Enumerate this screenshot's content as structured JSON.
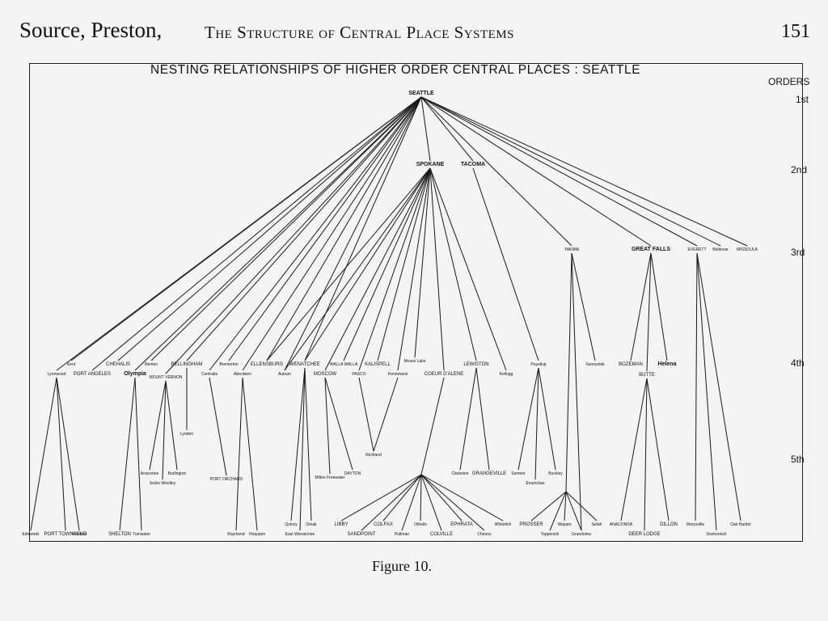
{
  "header": {
    "source": "Source, Preston,",
    "book_title": "The Structure of Central Place Systems",
    "page_number": "151"
  },
  "figure": {
    "title": "NESTING RELATIONSHIPS OF HIGHER ORDER CENTRAL PLACES : SEATTLE",
    "caption": "Figure 10.",
    "orders_heading": "ORDERS",
    "orders": [
      "1st",
      "2nd",
      "3rd",
      "4th",
      "5th"
    ]
  },
  "nodes": {
    "seattle": "SEATTLE",
    "spokane": "SPOKANE",
    "tacoma": "TACOMA",
    "yakima": "YAKIMA",
    "great_falls": "GREAT FALLS",
    "everett": "EVERETT",
    "bellevue": "Bellevue",
    "missoula": "MISSOULA",
    "lynnwood": "Lynnwood",
    "kent": "Kent",
    "port_angeles": "PORT ANGELES",
    "chehalis": "CHEHALIS",
    "olympia": "Olympia",
    "renton": "Renton",
    "mount_vernon": "MOUNT VERNON",
    "bellingham": "BELLINGHAM",
    "centralia": "Centralia",
    "bremerton": "Bremerton",
    "aberdeen": "Aberdeen",
    "ellensburg": "ELLENSBURG",
    "wenatchee": "WENATCHEE",
    "auburn": "Auburn",
    "walla_walla": "WALLA WALLA",
    "moscow": "MOSCOW",
    "kalispell": "KALISPELL",
    "pasco": "PASCO",
    "moses_lake": "Moses Lake",
    "kennewick": "Kennewick",
    "coeur_dalene": "COEUR D'ALENE",
    "lewiston": "LEWISTON",
    "kellogg": "Kellogg",
    "puyallup": "Puyallup",
    "sunnyside": "Sunnyside",
    "bozeman": "BOZEMAN",
    "helena": "Helena",
    "butte": "BUTTE",
    "lynden": "Lynden",
    "anacortes": "Anacortes",
    "burlington": "Burlington",
    "sedro_woolley": "Sedro Woolley",
    "port_orchard": "PORT ORCHARD",
    "milton_freewater": "Milton Freewater",
    "dayton": "DAYTON",
    "richland": "Richland",
    "clarkston": "Clarkston",
    "grangeville": "GRANGEVILLE",
    "sumner": "Sumner",
    "enumclaw": "Enumclaw",
    "buckley": "Buckley",
    "edmonds": "Edmonds",
    "port_townsend": "PORT TOWNSEND",
    "kirkland": "Kirkland",
    "shelton": "SHELTON",
    "tumwater": "Tumwater",
    "raymond": "Raymond",
    "hoquiam": "Hoquiam",
    "quincy": "Quincy",
    "omak": "Omak",
    "east_wenatchee": "East Wenatchee",
    "libby": "LIBBY",
    "sandpoint": "SANDPOINT",
    "colfax": "COLFAX",
    "pullman": "Pullman",
    "othello": "Othello",
    "colville": "COLVILLE",
    "ephrata": "EPHRATA",
    "cheney": "Cheney",
    "whitefish": "Whitefish",
    "prosser": "PROSSER",
    "toppenish": "Toppenish",
    "wapato": "Wapato",
    "grandview": "Grandview",
    "selah": "Selah",
    "anaconda": "ANACONDA",
    "deer_lodge": "DEER LODGE",
    "dillon": "DILLON",
    "marysville": "Marysville",
    "snohomish": "Snohomish",
    "oak_harbor": "Oak Harbor"
  },
  "edges": [
    [
      "seattle",
      "spokane"
    ],
    [
      "seattle",
      "tacoma"
    ],
    [
      "seattle",
      "yakima"
    ],
    [
      "seattle",
      "great_falls"
    ],
    [
      "seattle",
      "everett"
    ],
    [
      "seattle",
      "bellevue"
    ],
    [
      "seattle",
      "missoula"
    ],
    [
      "seattle",
      "lynnwood"
    ],
    [
      "seattle",
      "kent"
    ],
    [
      "seattle",
      "port_angeles"
    ],
    [
      "seattle",
      "chehalis"
    ],
    [
      "seattle",
      "olympia"
    ],
    [
      "seattle",
      "renton"
    ],
    [
      "seattle",
      "mount_vernon"
    ],
    [
      "seattle",
      "bellingham"
    ],
    [
      "seattle",
      "centralia"
    ],
    [
      "seattle",
      "bremerton"
    ],
    [
      "seattle",
      "aberdeen"
    ],
    [
      "seattle",
      "ellensburg"
    ],
    [
      "seattle",
      "wenatchee"
    ],
    [
      "seattle",
      "auburn"
    ],
    [
      "spokane",
      "walla_walla"
    ],
    [
      "spokane",
      "moscow"
    ],
    [
      "spokane",
      "kalispell"
    ],
    [
      "spokane",
      "pasco"
    ],
    [
      "spokane",
      "moses_lake"
    ],
    [
      "spokane",
      "kennewick"
    ],
    [
      "spokane",
      "coeur_dalene"
    ],
    [
      "spokane",
      "lewiston"
    ],
    [
      "spokane",
      "kellogg"
    ],
    [
      "spokane",
      "auburn"
    ],
    [
      "spokane",
      "wenatchee"
    ],
    [
      "spokane",
      "ellensburg"
    ],
    [
      "tacoma",
      "puyallup"
    ],
    [
      "yakima",
      "sunnyside"
    ],
    [
      "yakima",
      "grandview"
    ],
    [
      "great_falls",
      "bozeman"
    ],
    [
      "great_falls",
      "helena"
    ],
    [
      "great_falls",
      "butte"
    ],
    [
      "everett",
      "marysville"
    ],
    [
      "everett",
      "snohomish"
    ],
    [
      "everett",
      "oak_harbor"
    ],
    [
      "lynnwood",
      "edmonds"
    ],
    [
      "lynnwood",
      "port_townsend"
    ],
    [
      "lynnwood",
      "kirkland"
    ],
    [
      "olympia",
      "shelton"
    ],
    [
      "olympia",
      "tumwater"
    ],
    [
      "mount_vernon",
      "anacortes"
    ],
    [
      "mount_vernon",
      "burlington"
    ],
    [
      "mount_vernon",
      "sedro_woolley"
    ],
    [
      "bellingham",
      "lynden"
    ],
    [
      "centralia",
      "port_orchard"
    ],
    [
      "aberdeen",
      "raymond"
    ],
    [
      "aberdeen",
      "hoquiam"
    ],
    [
      "wenatchee",
      "quincy"
    ],
    [
      "wenatchee",
      "omak"
    ],
    [
      "wenatchee",
      "east_wenatchee"
    ],
    [
      "moscow",
      "milton_freewater"
    ],
    [
      "moscow",
      "dayton"
    ],
    [
      "pasco",
      "richland"
    ],
    [
      "kennewick",
      "richland"
    ],
    [
      "lewiston",
      "clarkston"
    ],
    [
      "lewiston",
      "grangeville"
    ],
    [
      "puyallup",
      "sumner"
    ],
    [
      "puyallup",
      "enumclaw"
    ],
    [
      "puyallup",
      "buckley"
    ],
    [
      "butte",
      "anaconda"
    ],
    [
      "butte",
      "deer_lodge"
    ],
    [
      "butte",
      "dillon"
    ],
    [
      "spokane_hub",
      "libby"
    ],
    [
      "spokane_hub",
      "sandpoint"
    ],
    [
      "spokane_hub",
      "colfax"
    ],
    [
      "spokane_hub",
      "pullman"
    ],
    [
      "spokane_hub",
      "othello"
    ],
    [
      "spokane_hub",
      "colville"
    ],
    [
      "spokane_hub",
      "ephrata"
    ],
    [
      "spokane_hub",
      "cheney"
    ],
    [
      "spokane_hub",
      "whitefish"
    ],
    [
      "coeur_dalene",
      "spokane_hub"
    ],
    [
      "yakima_hub",
      "prosser"
    ],
    [
      "yakima_hub",
      "toppenish"
    ],
    [
      "yakima_hub",
      "wapato"
    ],
    [
      "yakima_hub",
      "grandview"
    ],
    [
      "yakima_hub",
      "selah"
    ],
    [
      "yakima",
      "yakima_hub"
    ]
  ]
}
